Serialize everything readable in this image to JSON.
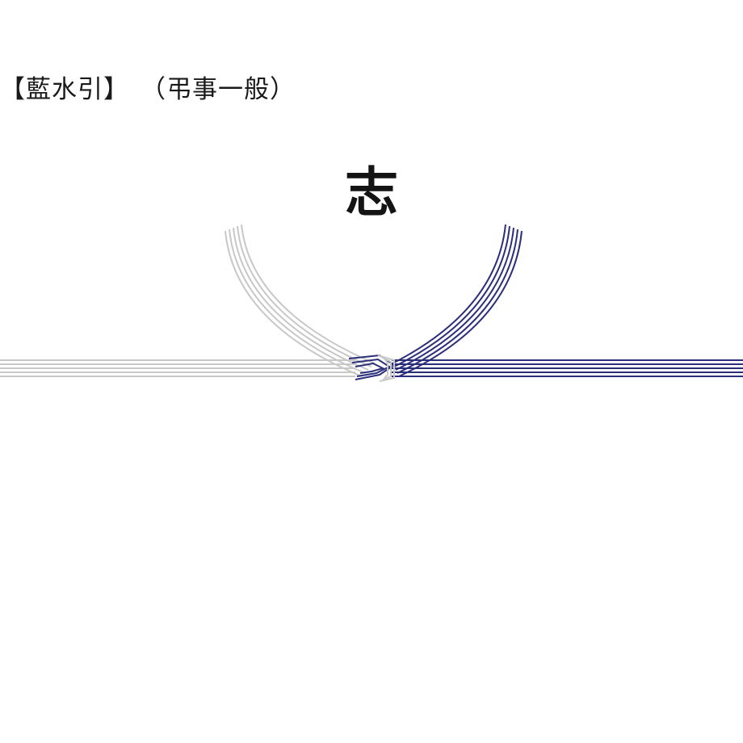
{
  "caption": {
    "kind": "【藍水引】",
    "usage": "（弔事一般）"
  },
  "omotegaki": "志",
  "colors": {
    "left_cord": "#c8c8c8",
    "right_cord": "#2b2f7a",
    "text": "#141414",
    "background": "#ffffff"
  }
}
